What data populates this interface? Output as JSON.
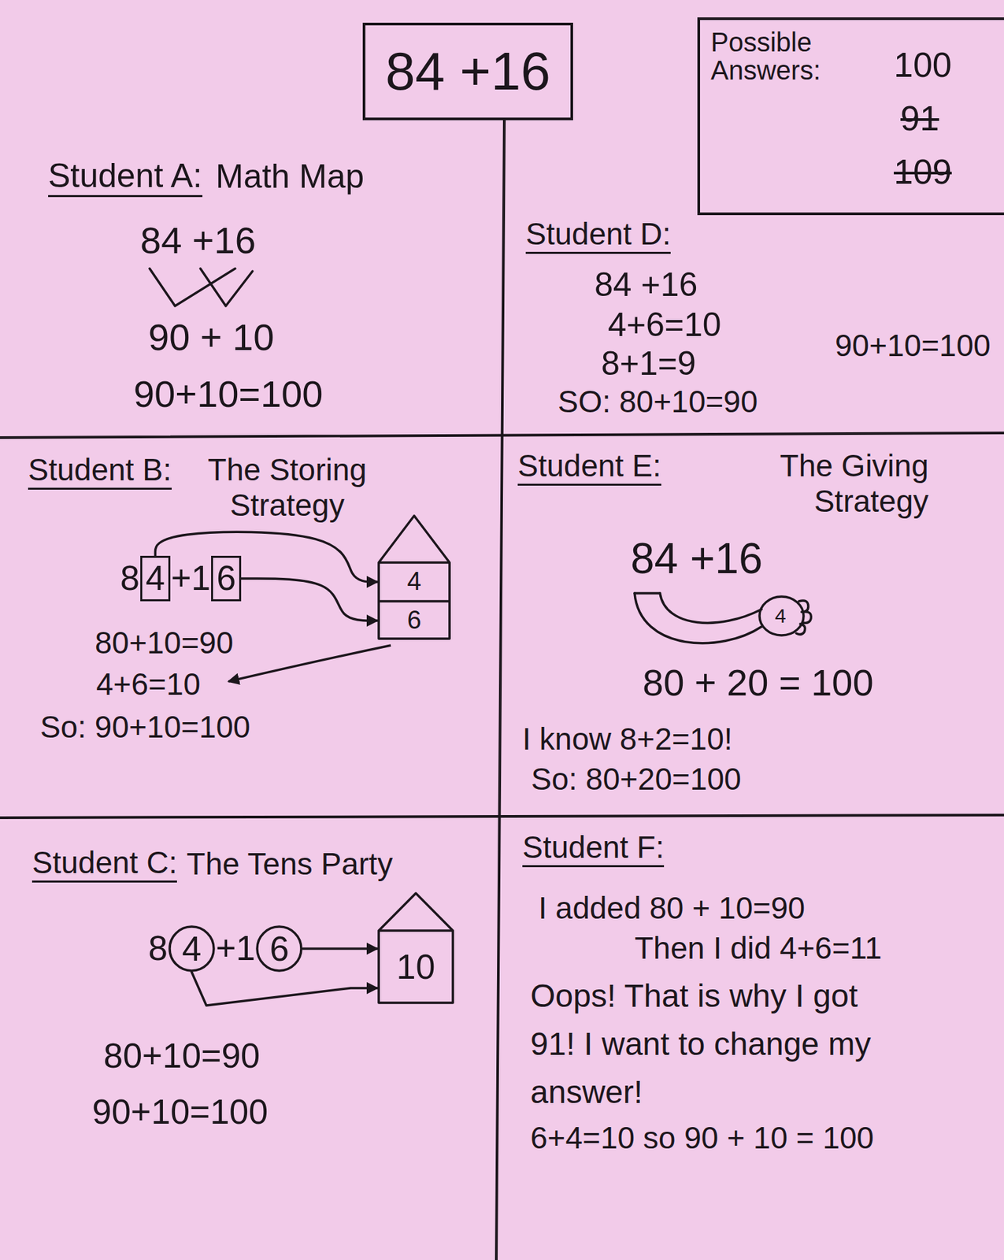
{
  "diagram": {
    "nodes": [
      {
        "text": [
          "84 +16"
        ]
      },
      {
        "text": [
          "Possible Answers:",
          "100",
          "91",
          "109"
        ]
      },
      {
        "text": [
          "4"
        ]
      },
      {
        "text": [
          "6"
        ]
      },
      {
        "text": [
          "4",
          "6"
        ]
      },
      {
        "text": [
          "4"
        ]
      },
      {
        "text": [
          "6"
        ]
      },
      {
        "text": [
          "10"
        ]
      }
    ],
    "edges": [
      {
        "from": 2,
        "to": 4,
        "arrow": "to"
      },
      {
        "from": 3,
        "to": 4,
        "arrow": "to"
      },
      {
        "from": 5,
        "to": 7,
        "arrow": "to"
      },
      {
        "from": 6,
        "to": 7,
        "arrow": "to"
      }
    ],
    "labels": [
      "Student A:",
      "Math Map",
      "84 +16",
      "90 + 10",
      "90+10=100",
      "Student D:",
      "84 +16",
      "4+6=10",
      "8+1=9",
      "SO: 80+10=90",
      "90+10=100",
      "Student B:",
      "The Storing Strategy",
      "8",
      "+1",
      "80+10=90",
      "4+6=10",
      "So: 90+10=100",
      "Student E:",
      "The Giving Strategy",
      "84 +16",
      "4",
      "80 + 20 = 100",
      "I know 8+2=10!",
      "So: 80+20=100",
      "Student C:",
      "The Tens Party",
      "8",
      "+1",
      "80+10=90",
      "90+10=100",
      "Student F:",
      "I added 80 + 10=90",
      "Then I did 4+6=11",
      "Oops! That is why I got 91! I want to change my answer!",
      "6+4=10 so 90 + 10 = 100"
    ]
  }
}
